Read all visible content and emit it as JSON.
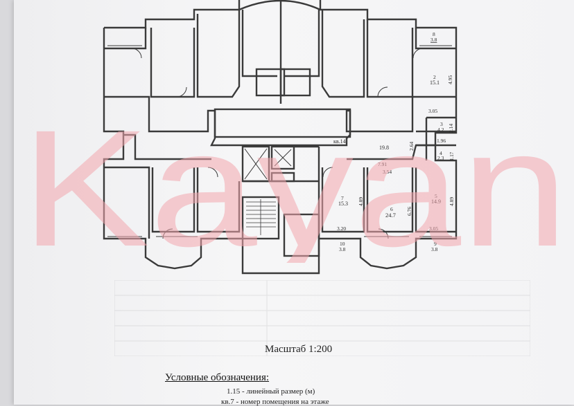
{
  "watermark": {
    "text": "Kayan",
    "color": "#f2a5ad"
  },
  "plan": {
    "ink_color": "#3a3a3a",
    "labels": {
      "kv14": "кв.14",
      "r8": {
        "num": "8",
        "area": "3.8"
      },
      "r2": {
        "num": "2",
        "area": "15.1",
        "dim": "4.95"
      },
      "dim305a": "3.05",
      "r3": {
        "num": "3",
        "area": "4.2",
        "dim": "2.14"
      },
      "dim196": "1.96",
      "r4": {
        "num": "4",
        "area": "2.3",
        "dim": "1.17"
      },
      "r1": {
        "area": "19.8",
        "dim": "2.64"
      },
      "dim791": "7.91",
      "dim354": "3.54",
      "r7": {
        "num": "7",
        "area": "15.3",
        "dim": "4.89"
      },
      "r6": {
        "num": "6",
        "area": "24.7",
        "dim": "6.76"
      },
      "r5": {
        "num": "5",
        "area": "14.9",
        "dim": "4.89"
      },
      "dim320": "3.20",
      "dim305b": "3.05",
      "r10": {
        "num": "10",
        "area": "3.8"
      },
      "r9": {
        "num": "9",
        "area": "3.8"
      }
    }
  },
  "scale": "Масштаб 1:200",
  "legend": {
    "title": "Условные обозначения:",
    "lines": [
      "1.15 - линейный размер (м)",
      "кв.7 - номер помещения на этаже"
    ]
  }
}
